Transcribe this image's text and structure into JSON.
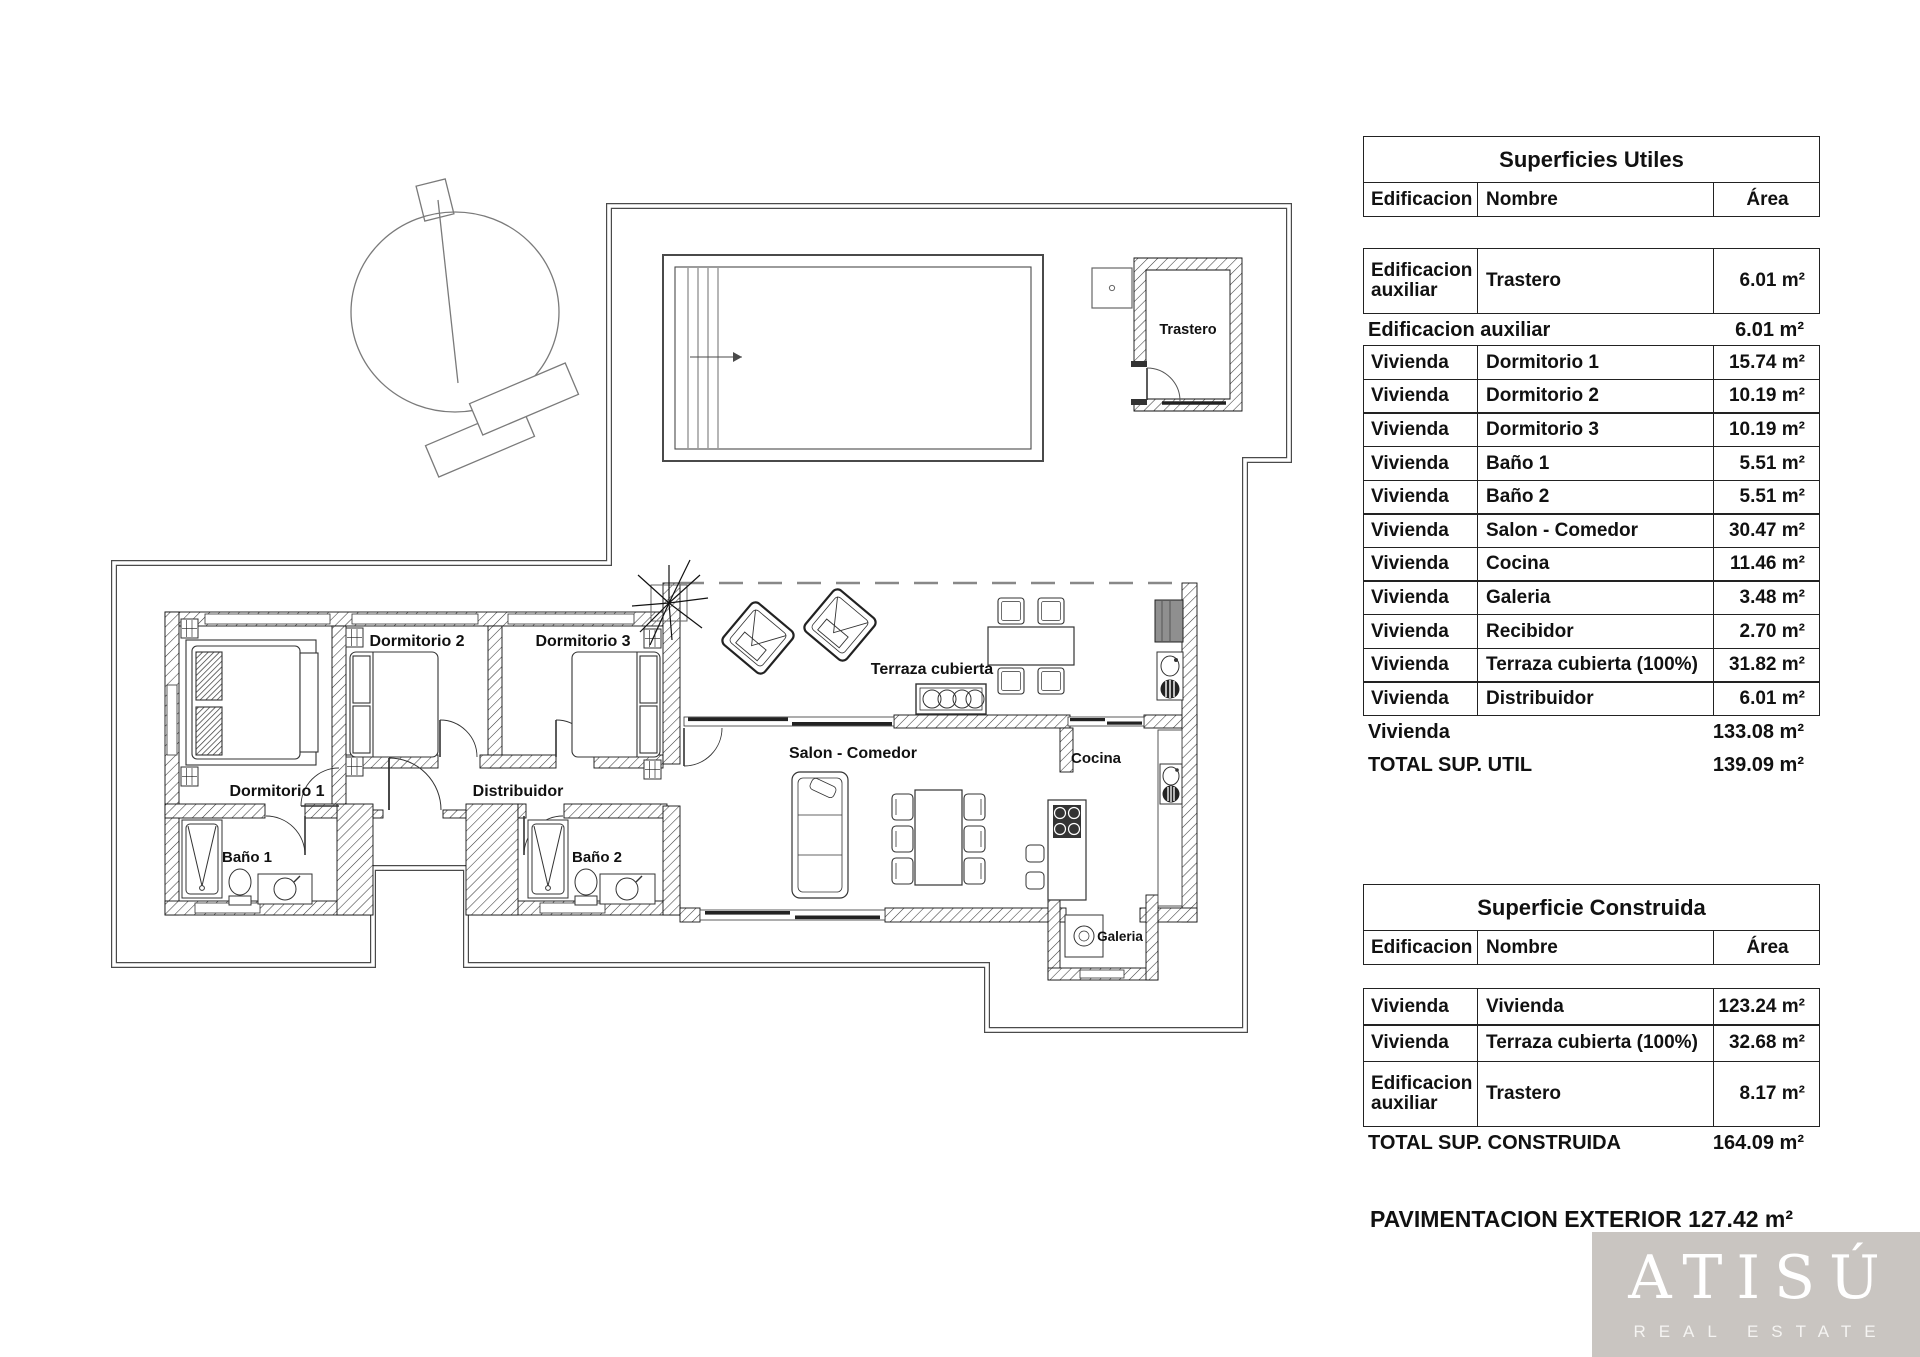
{
  "plan": {
    "labels": {
      "dormitorio1": "Dormitorio 1",
      "dormitorio2": "Dormitorio 2",
      "dormitorio3": "Dormitorio 3",
      "bano1": "Baño 1",
      "bano2": "Baño 2",
      "distribuidor": "Distribuidor",
      "salon": "Salon - Comedor",
      "cocina": "Cocina",
      "galeria": "Galeria",
      "terraza": "Terraza cubierta",
      "trastero": "Trastero"
    }
  },
  "tables": {
    "utiles": {
      "title": "Superficies Utiles",
      "headers": {
        "edificacion": "Edificacion",
        "nombre": "Nombre",
        "area": "Área"
      },
      "rows": [
        {
          "e": "Edificacion auxiliar",
          "n": "Trastero",
          "a": "6.01 m²"
        },
        {
          "e": "Vivienda",
          "n": "Dormitorio 1",
          "a": "15.74 m²"
        },
        {
          "e": "Vivienda",
          "n": "Dormitorio 2",
          "a": "10.19 m²"
        },
        {
          "e": "Vivienda",
          "n": "Dormitorio 3",
          "a": "10.19 m²"
        },
        {
          "e": "Vivienda",
          "n": "Baño 1",
          "a": "5.51 m²"
        },
        {
          "e": "Vivienda",
          "n": "Baño 2",
          "a": "5.51 m²"
        },
        {
          "e": "Vivienda",
          "n": "Salon - Comedor",
          "a": "30.47 m²"
        },
        {
          "e": "Vivienda",
          "n": "Cocina",
          "a": "11.46 m²"
        },
        {
          "e": "Vivienda",
          "n": "Galeria",
          "a": "3.48 m²"
        },
        {
          "e": "Vivienda",
          "n": "Recibidor",
          "a": "2.70 m²"
        },
        {
          "e": "Vivienda",
          "n": "Terraza cubierta (100%)",
          "a": "31.82 m²"
        },
        {
          "e": "Vivienda",
          "n": "Distribuidor",
          "a": "6.01 m²"
        }
      ],
      "subtotal_aux": {
        "label": "Edificacion auxiliar",
        "value": "6.01 m²"
      },
      "subtotal_viv": {
        "label": "Vivienda",
        "value": "133.08 m²"
      },
      "total": {
        "label": "TOTAL SUP. UTIL",
        "value": "139.09 m²"
      }
    },
    "construida": {
      "title": "Superficie Construida",
      "headers": {
        "edificacion": "Edificacion",
        "nombre": "Nombre",
        "area": "Área"
      },
      "rows": [
        {
          "e": "Vivienda",
          "n": "Vivienda",
          "a": "123.24 m²"
        },
        {
          "e": "Vivienda",
          "n": "Terraza cubierta (100%)",
          "a": "32.68 m²"
        },
        {
          "e": "Edificacion auxiliar",
          "n": "Trastero",
          "a": "8.17 m²"
        }
      ],
      "total": {
        "label": "TOTAL SUP. CONSTRUIDA",
        "value": "164.09 m²"
      }
    }
  },
  "footer": {
    "pavimentacion": "PAVIMENTACION EXTERIOR 127.42 m²"
  },
  "logo": {
    "brand": "ATISÚ",
    "tagline": "REAL ESTATE",
    "bg": "#c9c5c1"
  }
}
